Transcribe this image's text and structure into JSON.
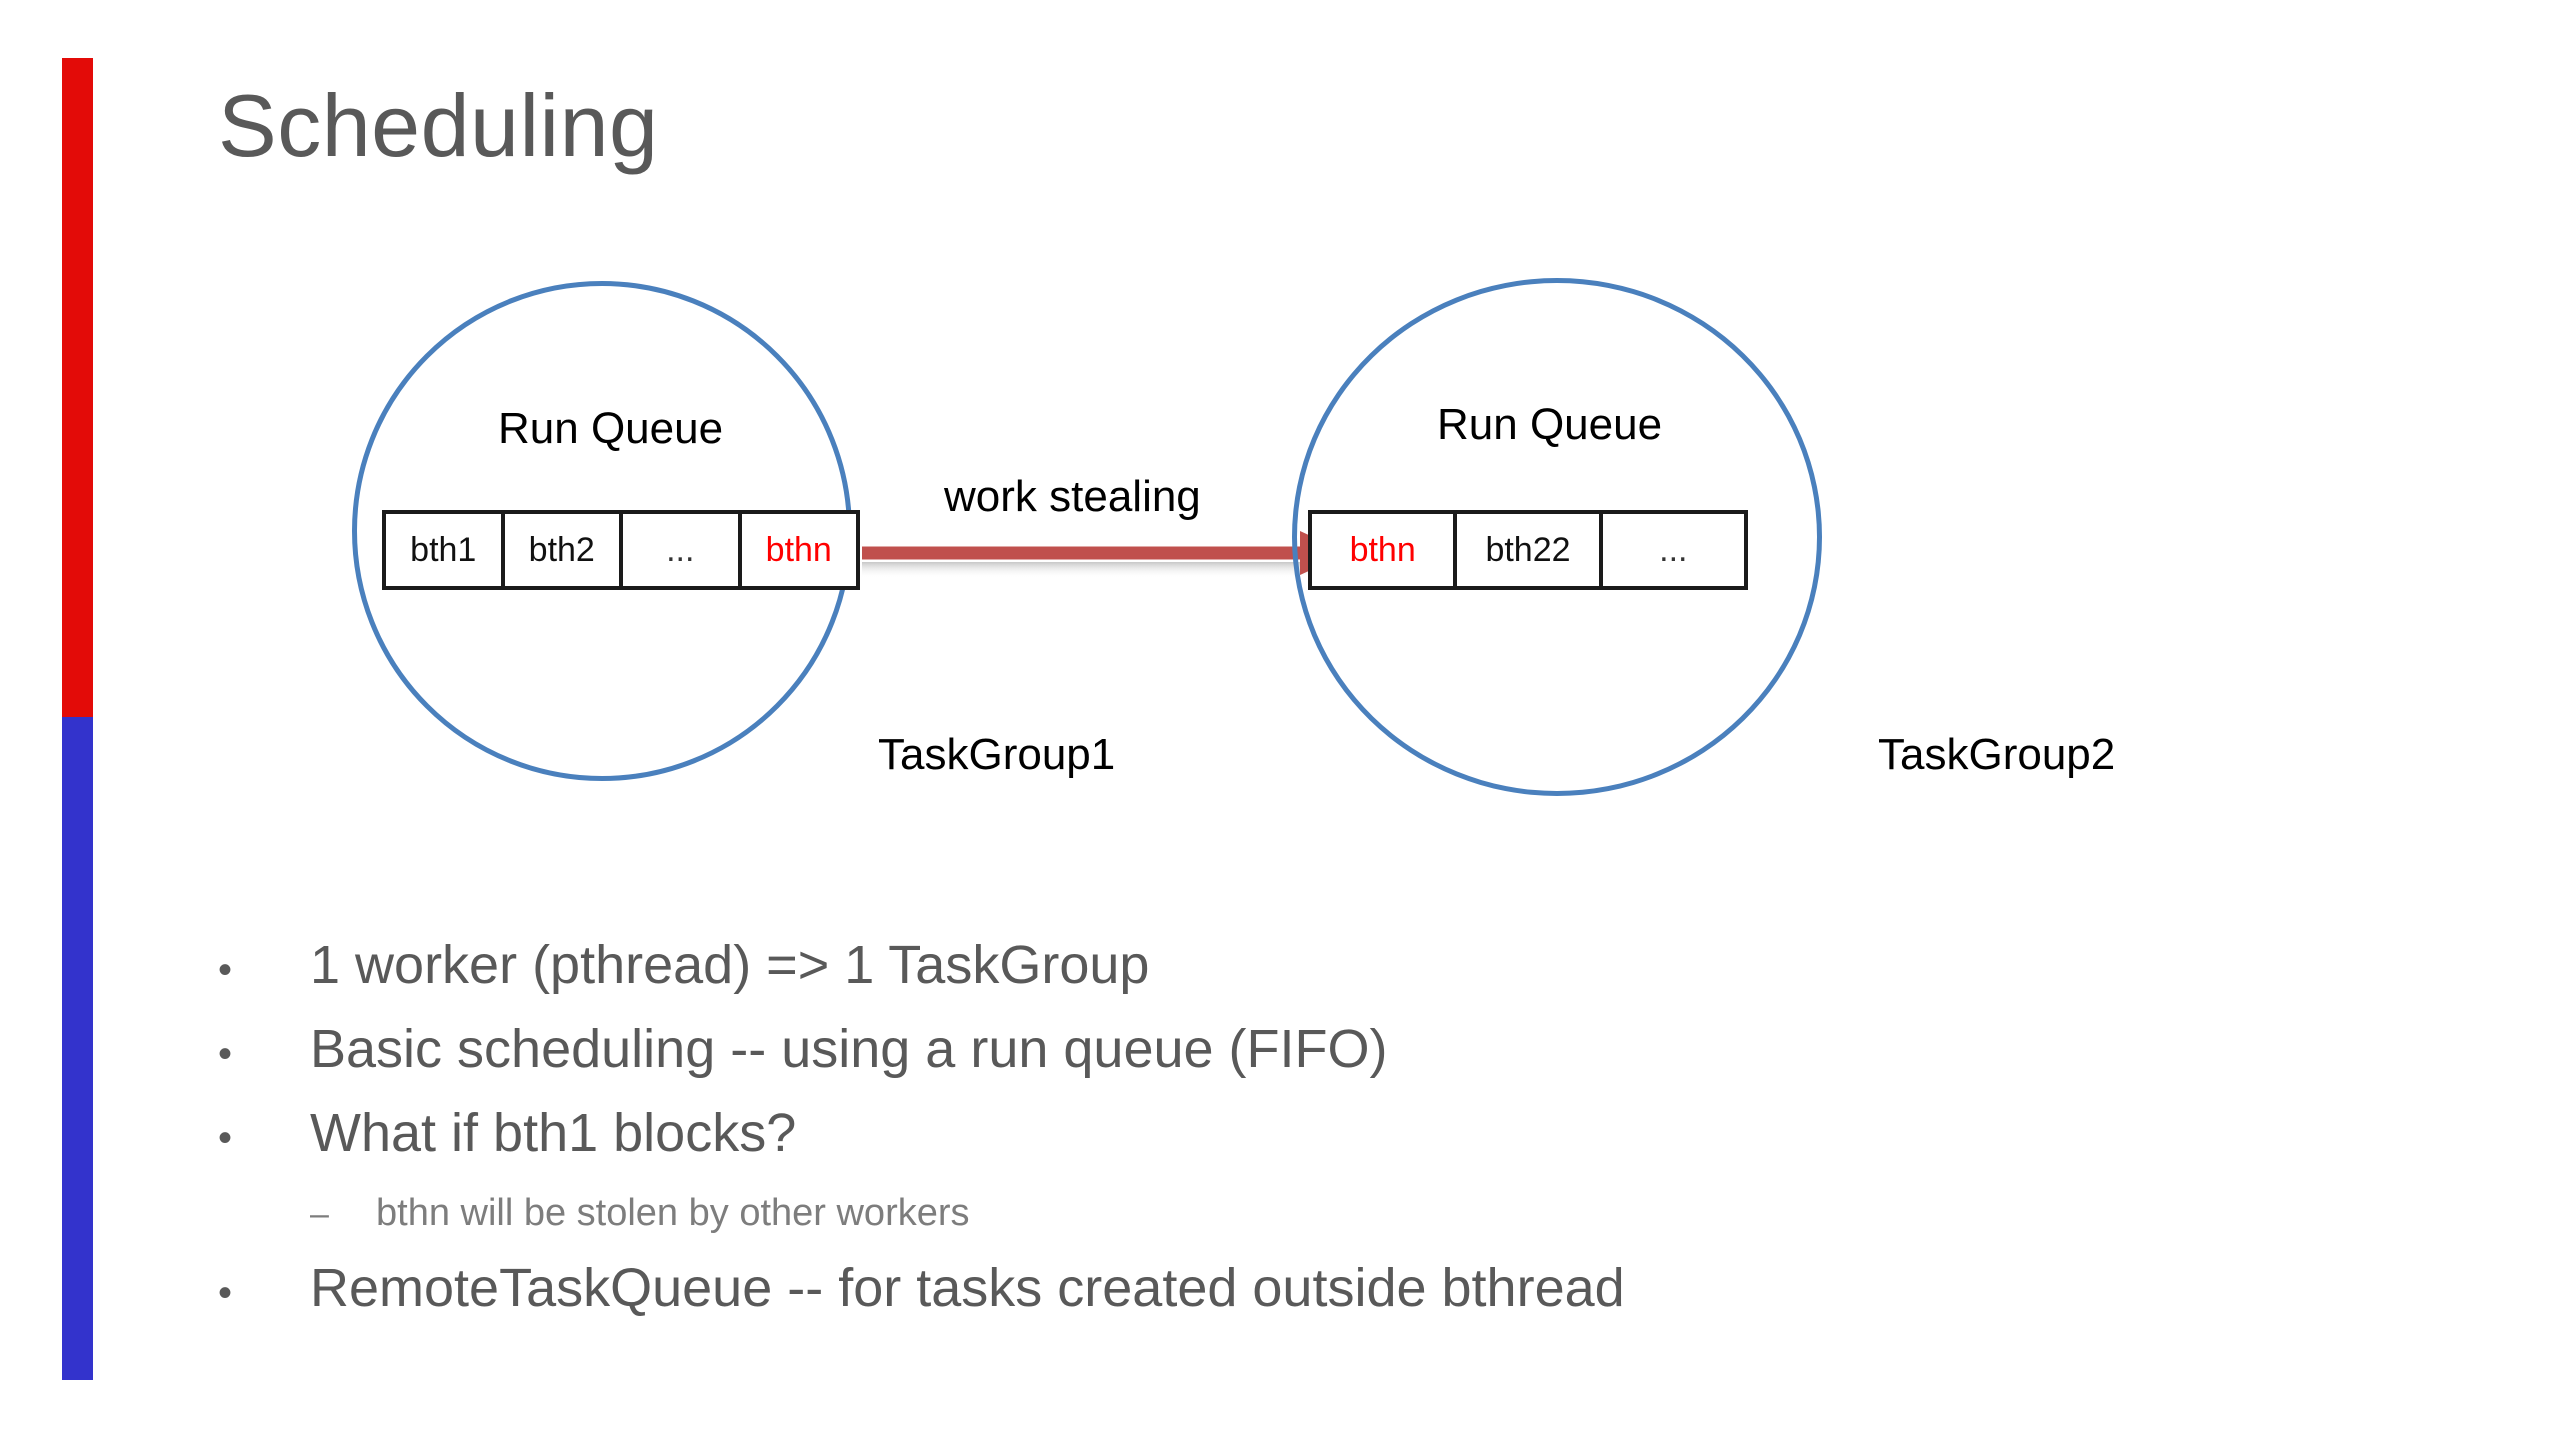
{
  "slide": {
    "title": "Scheduling",
    "accent": {
      "red": "#E30B08",
      "blue": "#3333CC"
    }
  },
  "diagram": {
    "circle_color": "#4A80BD",
    "arrow_color": "#C0504D",
    "highlight_color": "#FF0000",
    "arrow_label": "work stealing",
    "groups": [
      {
        "name": "TaskGroup1",
        "queue_title": "Run Queue",
        "cells": [
          {
            "label": "bth1",
            "highlight": false
          },
          {
            "label": "bth2",
            "highlight": false
          },
          {
            "label": "...",
            "highlight": false
          },
          {
            "label": "bthn",
            "highlight": true
          }
        ]
      },
      {
        "name": "TaskGroup2",
        "queue_title": "Run Queue",
        "cells": [
          {
            "label": "bthn",
            "highlight": true
          },
          {
            "label": "bth22",
            "highlight": false
          },
          {
            "label": "...",
            "highlight": false
          }
        ]
      }
    ]
  },
  "bullets": [
    {
      "level": 1,
      "marker": "•",
      "text": "1 worker (pthread) => 1 TaskGroup"
    },
    {
      "level": 1,
      "marker": "•",
      "text": "Basic scheduling -- using a run queue (FIFO)"
    },
    {
      "level": 1,
      "marker": "•",
      "text": "What if bth1 blocks?"
    },
    {
      "level": 2,
      "marker": "–",
      "text": "bthn will be stolen by other workers"
    },
    {
      "level": 1,
      "marker": "•",
      "text": "RemoteTaskQueue -- for tasks created outside bthread"
    }
  ]
}
